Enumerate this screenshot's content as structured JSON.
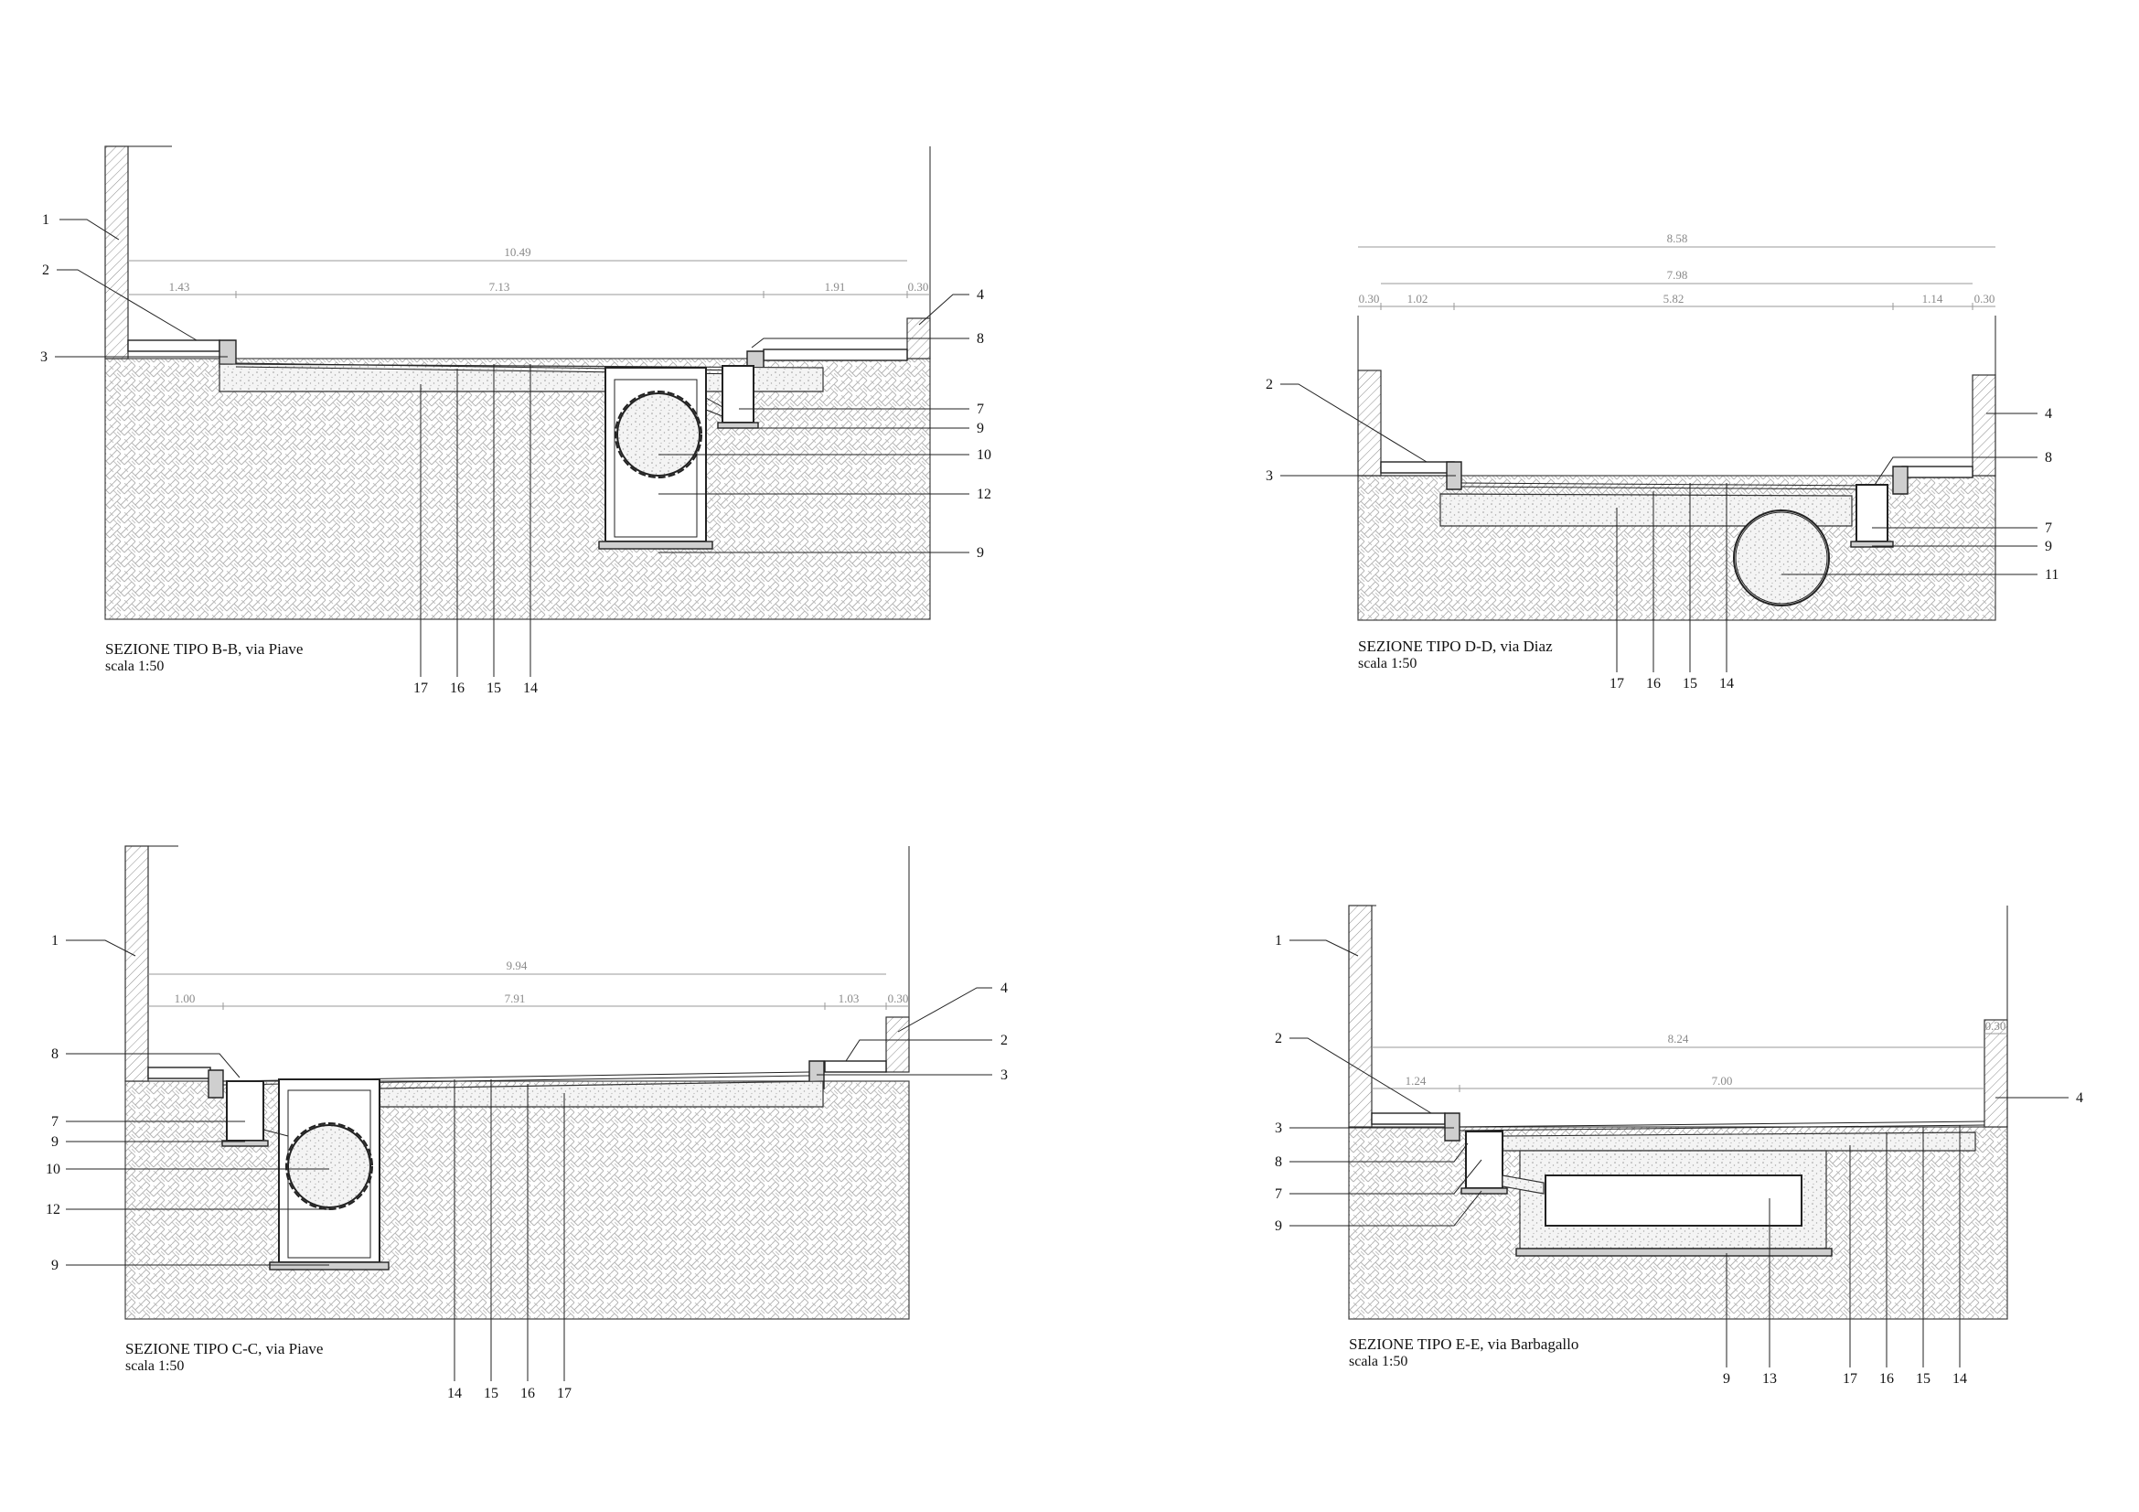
{
  "sections": [
    {
      "id": "bb",
      "title": "SEZIONE TIPO B-B, via Piave",
      "scale": "scala 1:50",
      "dims_top": [
        "10.49"
      ],
      "dims_sub": [
        "1.43",
        "7.13",
        "1.91",
        "0.30"
      ],
      "labels": [
        "1",
        "2",
        "3",
        "4",
        "8",
        "7",
        "9",
        "10",
        "12",
        "9",
        "17",
        "16",
        "15",
        "14"
      ]
    },
    {
      "id": "dd",
      "title": "SEZIONE TIPO D-D, via Diaz",
      "scale": "scala 1:50",
      "dims_top": [
        "8.58",
        "7.98"
      ],
      "dims_sub": [
        "0.30",
        "1.02",
        "5.82",
        "1.14",
        "0.30"
      ],
      "labels": [
        "2",
        "3",
        "4",
        "8",
        "7",
        "9",
        "11",
        "17",
        "16",
        "15",
        "14"
      ]
    },
    {
      "id": "cc",
      "title": "SEZIONE TIPO C-C, via Piave",
      "scale": "scala 1:50",
      "dims_top": [
        "9.94"
      ],
      "dims_sub": [
        "1.00",
        "7.91",
        "1.03",
        "0.30"
      ],
      "labels": [
        "1",
        "8",
        "7",
        "9",
        "10",
        "12",
        "9",
        "4",
        "2",
        "3",
        "14",
        "15",
        "16",
        "17"
      ]
    },
    {
      "id": "ee",
      "title": "SEZIONE TIPO E-E, via Barbagallo",
      "scale": "scala 1:50",
      "dims_top": [
        "0.30",
        "8.24"
      ],
      "dims_sub": [
        "1.24",
        "7.00"
      ],
      "labels": [
        "1",
        "2",
        "3",
        "8",
        "7",
        "9",
        "4",
        "9",
        "13",
        "17",
        "16",
        "15",
        "14"
      ]
    }
  ]
}
